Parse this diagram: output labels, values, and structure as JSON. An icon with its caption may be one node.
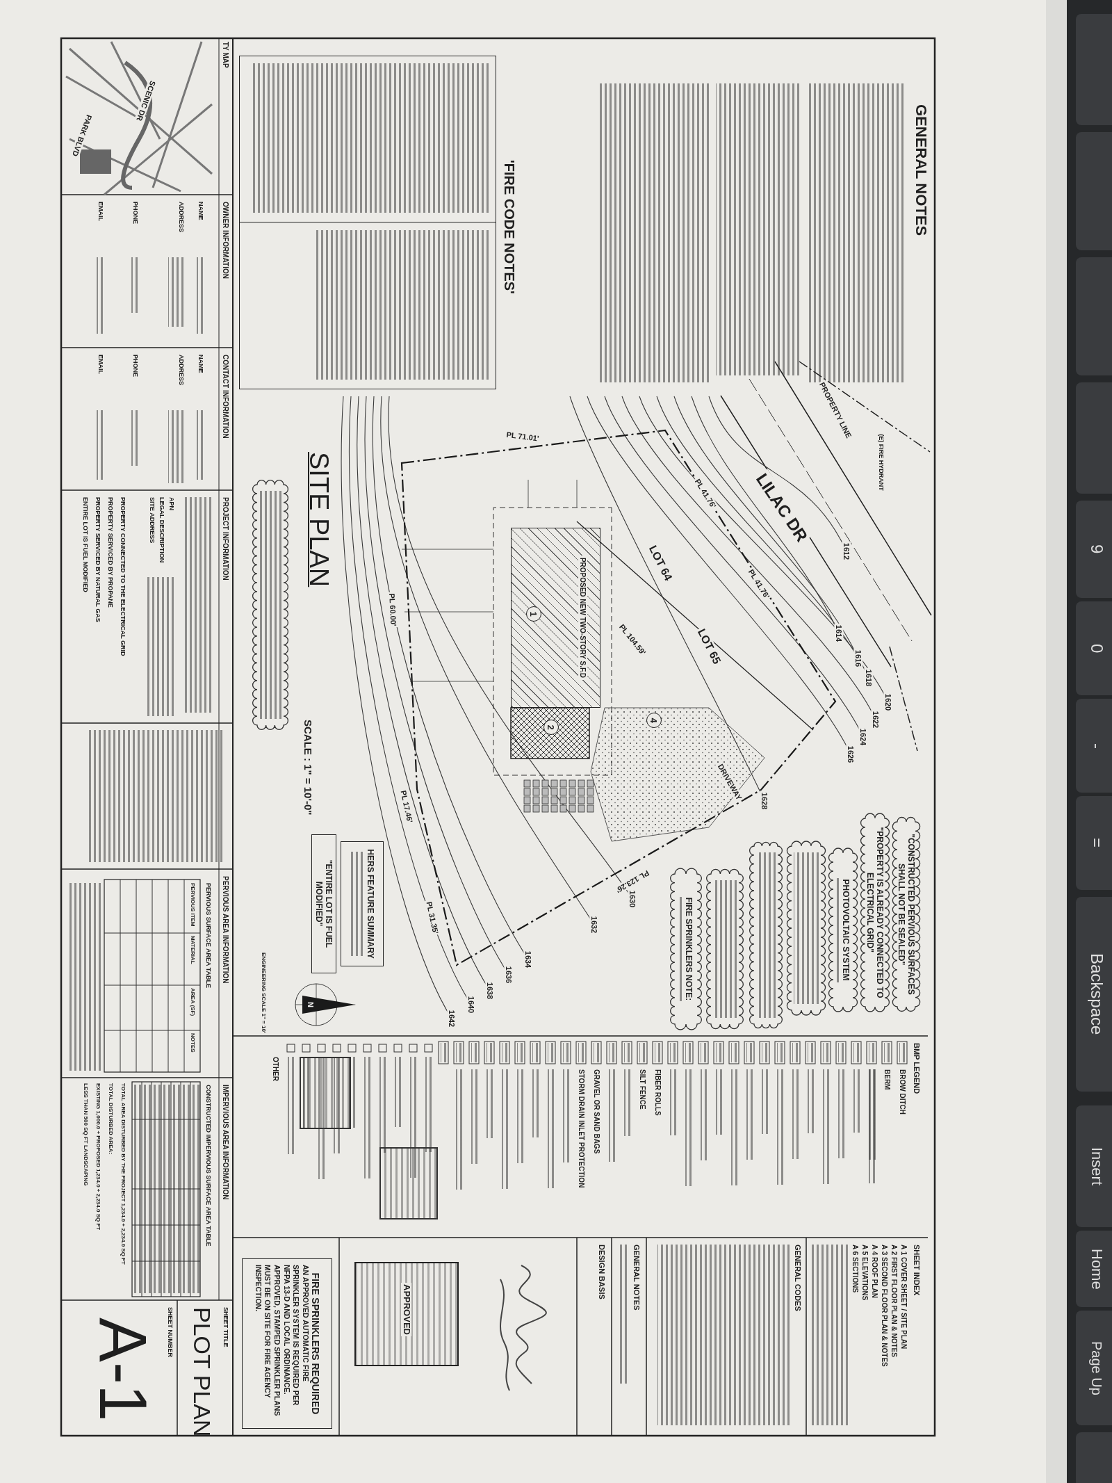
{
  "diagram": {
    "nodes": [
      {
        "text": [
          "\"CONSTRUCTED PERVIOUS SURFACES SHALL NOT BE SEALED\""
        ]
      },
      {
        "text": [
          "\"PROPERTY IS ALREADY CONNECTED TO ELECTRICAL GRID\""
        ]
      },
      {
        "text": [
          "PHOTOVOLTAIC SYSTEM"
        ]
      },
      {
        "text": [],
        "shape": "cloud"
      },
      {
        "text": [],
        "shape": "cloud"
      },
      {
        "text": [],
        "shape": "cloud"
      },
      {
        "text": [
          "FIRE SPRINKLERS NOTE:"
        ]
      },
      {
        "text": [
          "HERS FEATURE SUMMARY"
        ]
      },
      {
        "text": [
          "\"ENTIRE LOT IS FUEL MODIFIED\""
        ]
      },
      {
        "text": [
          "FIRE SPRINKLERS REQUIRED",
          "AN APPROVED AUTOMATIC FIRE SPRINKLER SYSTEM IS REQUIRED PER NFPA 13-D AND LOCAL ORDINANCE. APPROVED, STAMPED SPRINKLER PLANS MUST BE ON SITE FOR FIRE AGENCY INSPECTION."
        ]
      },
      {
        "text": [
          "PROPOSED NEW TWO-STORY S.F.D"
        ]
      },
      {
        "text": [
          "1"
        ],
        "in": 10
      },
      {
        "text": [
          "2"
        ]
      },
      {
        "text": [
          "4"
        ]
      },
      {
        "text": [
          "'FIRE CODE NOTES'"
        ]
      },
      {
        "text": [],
        "shape": "cloud"
      }
    ],
    "labels": [
      "GENERAL NOTES",
      "PROPERTY LINE",
      "(E) FIRE HYDRANT",
      "LILAC DR",
      "LOT 64",
      "LOT 65",
      "DRIVEWAY",
      "PL 71.01'",
      "PL 41.76'",
      "PL 41.76'",
      "PL 104.59'",
      "PL 60.00'",
      "PL 17.46'",
      "PL 31.35'",
      "PL 123.26'",
      "1612",
      "1614",
      "1616",
      "1618",
      "1620",
      "1622",
      "1624",
      "1626",
      "1628",
      "1630",
      "1632",
      "1634",
      "1636",
      "1638",
      "1640",
      "1642",
      "SITE PLAN",
      "SCALE : 1\" = 10'-0\"",
      "ENGINEERING SCALE 1\" = 10'",
      "N",
      "BMP LEGEND",
      "BROW DITCH",
      "BERM",
      "FIBER ROLLS",
      "SILT FENCE",
      "GRAVEL OR SAND BAGS",
      "STORM DRAIN INLET PROTECTION",
      "OTHER",
      "SHEET INDEX",
      "A 1 COVER SHEET / SITE PLAN",
      "A 2 FIRST FLOOR PLAN & NOTES",
      "A 3 SECOND FLOOR PLAN & NOTES",
      "A 4 ROOF PLAN",
      "A 5 ELEVATIONS",
      "A 6 SECTIONS",
      "GENERAL CODES",
      "GENERAL NOTES",
      "DESIGN BASIS",
      "TY MAP",
      "SCENIC DR",
      "PARK BLVD",
      "OWNER INFORMATION",
      "NAME",
      "ADDRESS",
      "PHONE",
      "EMAIL",
      "CONTACT INFORMATION",
      "NAME",
      "ADDRESS",
      "PHONE",
      "EMAIL",
      "PROJECT INFORMATION",
      "APN",
      "LEGAL DESCRIPTION",
      "SITE ADDRESS",
      "PROPERTY CONNECTED TO THE ELECTRICAL GRID",
      "PROPERTY SERVICED BY PROPANE",
      "PROPERTY SERVICED BY NATURAL GAS",
      "ENTIRE LOT IS FUEL MODIFIED",
      "PERVIOUS AREA INFORMATION",
      "PERVIOUS SURFACE AREA TABLE",
      "PERVIOUS ITEM",
      "MATERIAL",
      "AREA (SF)",
      "NOTES",
      "IMPERVIOUS AREA INFORMATION",
      "CONSTRUCTED IMPERVIOUS SURFACE AREA TABLE",
      "TOTAL AREA DISTURBED BY THE PROJECT 1,234.0 + 2,234.0 SQ FT",
      "TOTAL DISTURBED AREA:",
      "EXISTING 1,000.0 + PROPOSED 1,234.0 + 2,234.0 SQ FT",
      "LESS THAN 500 SQ FT LANDSCAPING",
      "SHEET TITLE",
      "PLOT PLAN",
      "SHEET NUMBER",
      "A-1",
      "APPROVED",
      "9",
      "0",
      "-",
      "=",
      "Backspace",
      "Insert",
      "Home",
      "Page Up"
    ]
  }
}
